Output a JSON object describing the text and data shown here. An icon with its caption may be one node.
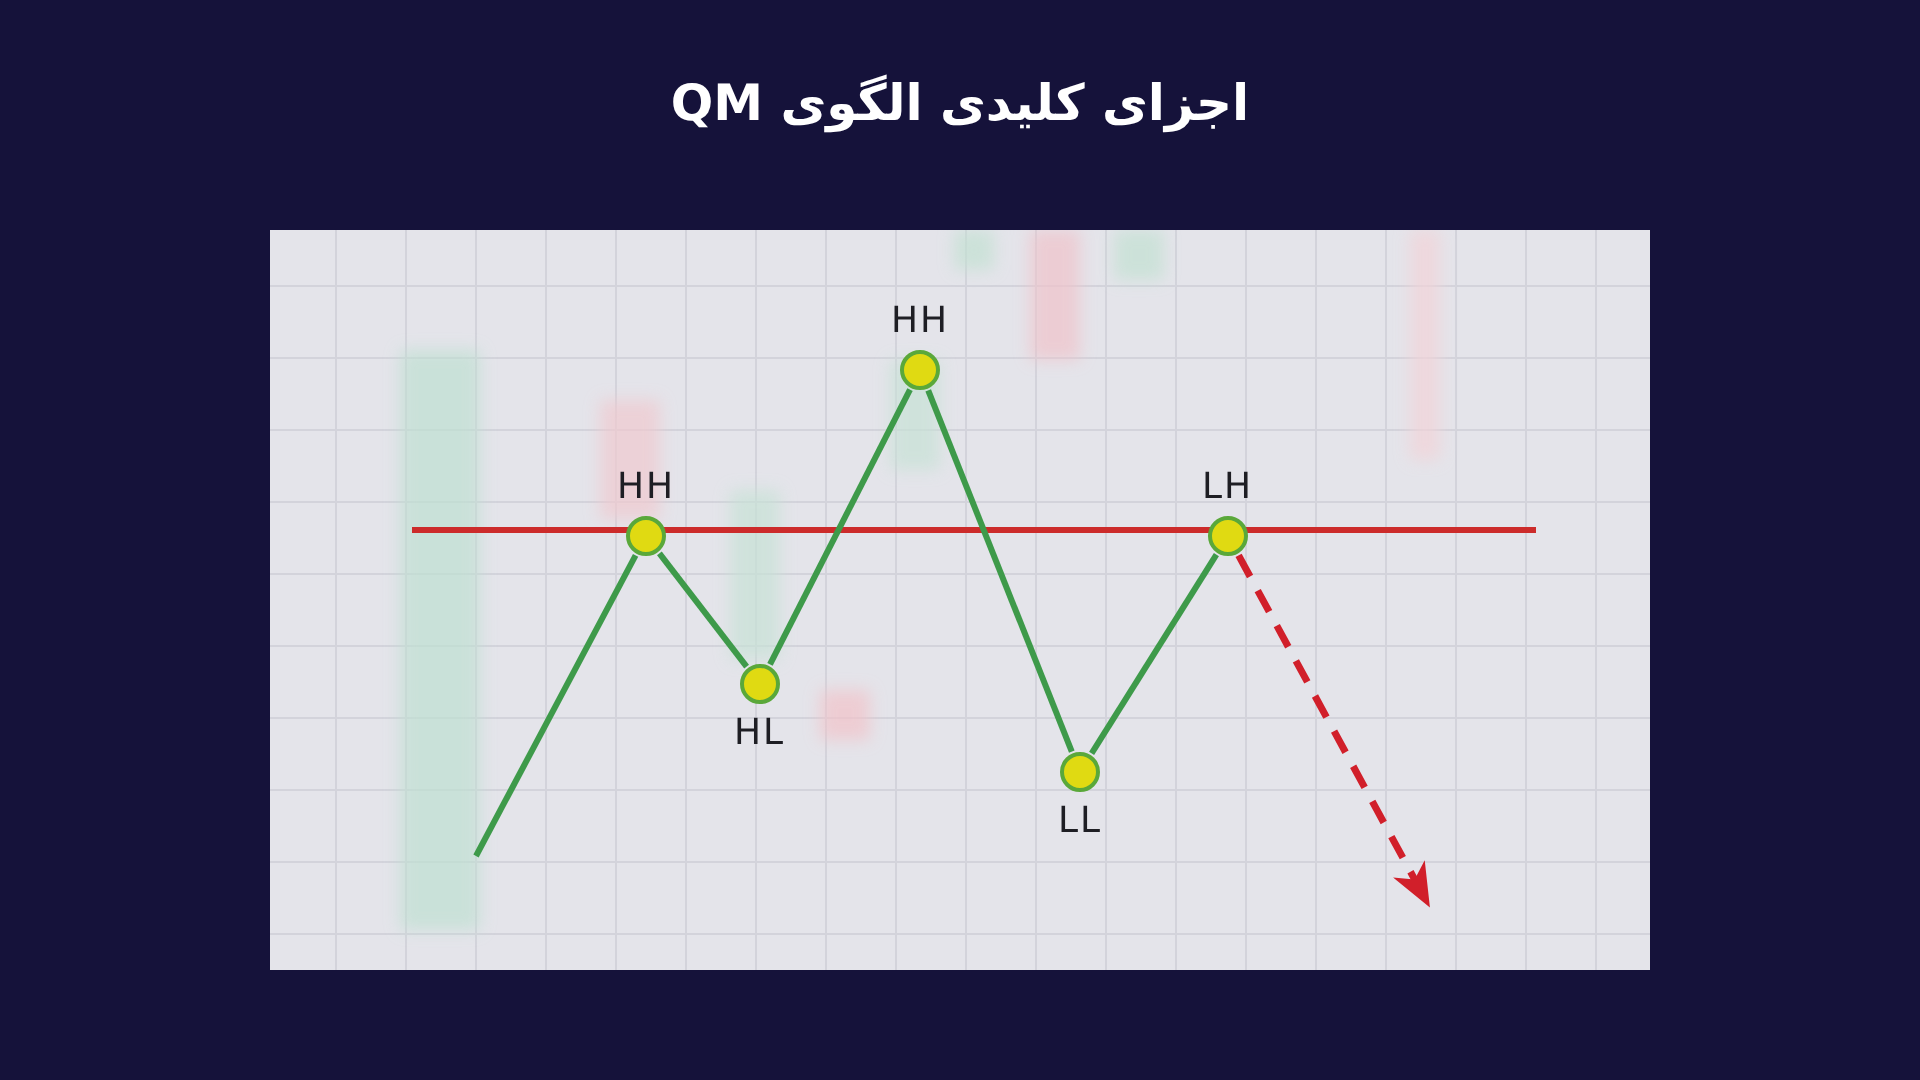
{
  "diagram": {
    "title": "اجزای کلیدی الگوی QM",
    "nodes": [
      {
        "text": [],
        "shape": "circle",
        "beside": [
          "HH"
        ]
      },
      {
        "text": [],
        "shape": "circle",
        "beside": [
          "HL"
        ]
      },
      {
        "text": [],
        "shape": "circle",
        "beside": [
          "HH"
        ]
      },
      {
        "text": [],
        "shape": "circle",
        "beside": [
          "LL"
        ]
      },
      {
        "text": [],
        "shape": "circle",
        "beside": [
          "LH"
        ]
      }
    ],
    "edges": [
      {
        "from": null,
        "to": 0,
        "arrow": "none"
      },
      {
        "from": 0,
        "to": 1,
        "arrow": "none"
      },
      {
        "from": 1,
        "to": 2,
        "arrow": "none"
      },
      {
        "from": 2,
        "to": 3,
        "arrow": "none"
      },
      {
        "from": 3,
        "to": 4,
        "arrow": "none"
      },
      {
        "from": 4,
        "to": null,
        "arrow": "to",
        "style": "dashed",
        "color": "#d11f2a"
      }
    ]
  }
}
